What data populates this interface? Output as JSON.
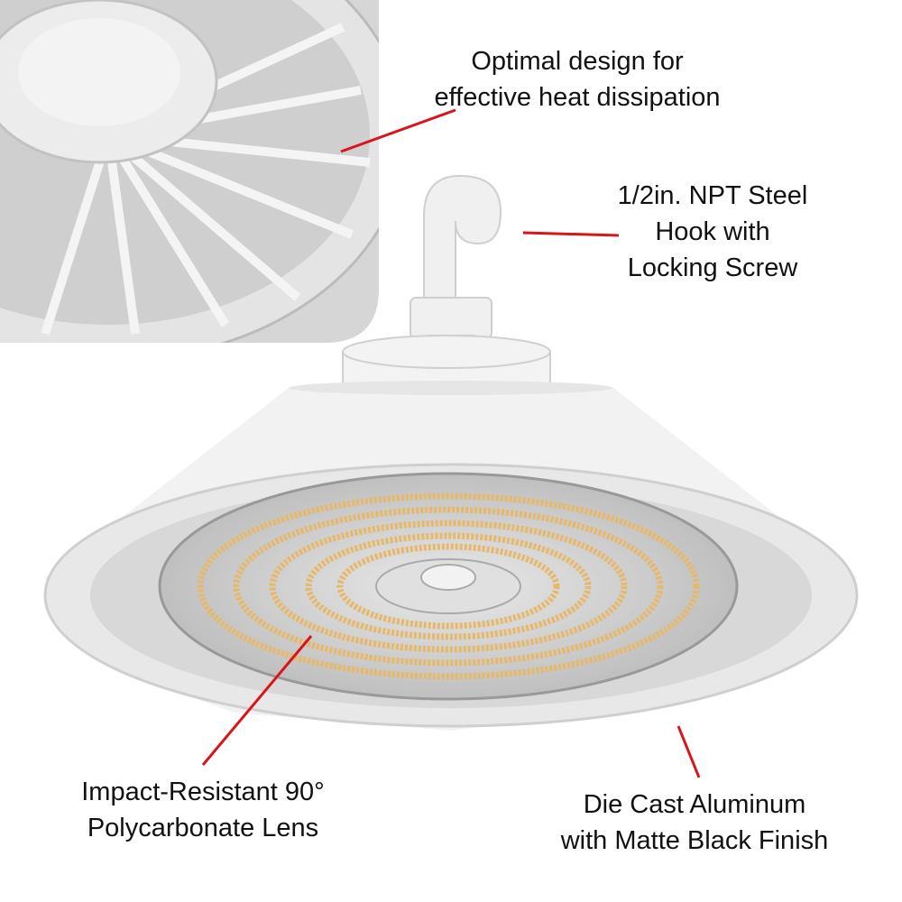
{
  "callouts": {
    "heat": {
      "line1": "Optimal design for",
      "line2": "effective heat dissipation"
    },
    "hook": {
      "line1": "1/2in. NPT Steel",
      "line2": "Hook with",
      "line3": "Locking Screw"
    },
    "lens": {
      "line1": "Impact-Resistant 90°",
      "line2": "Polycarbonate Lens"
    },
    "body": {
      "line1": "Die Cast Aluminum",
      "line2": "with Matte Black Finish"
    }
  },
  "colors": {
    "leader": "#d9141b",
    "housing": "#f2f2f2",
    "led": "#e8b86a"
  }
}
